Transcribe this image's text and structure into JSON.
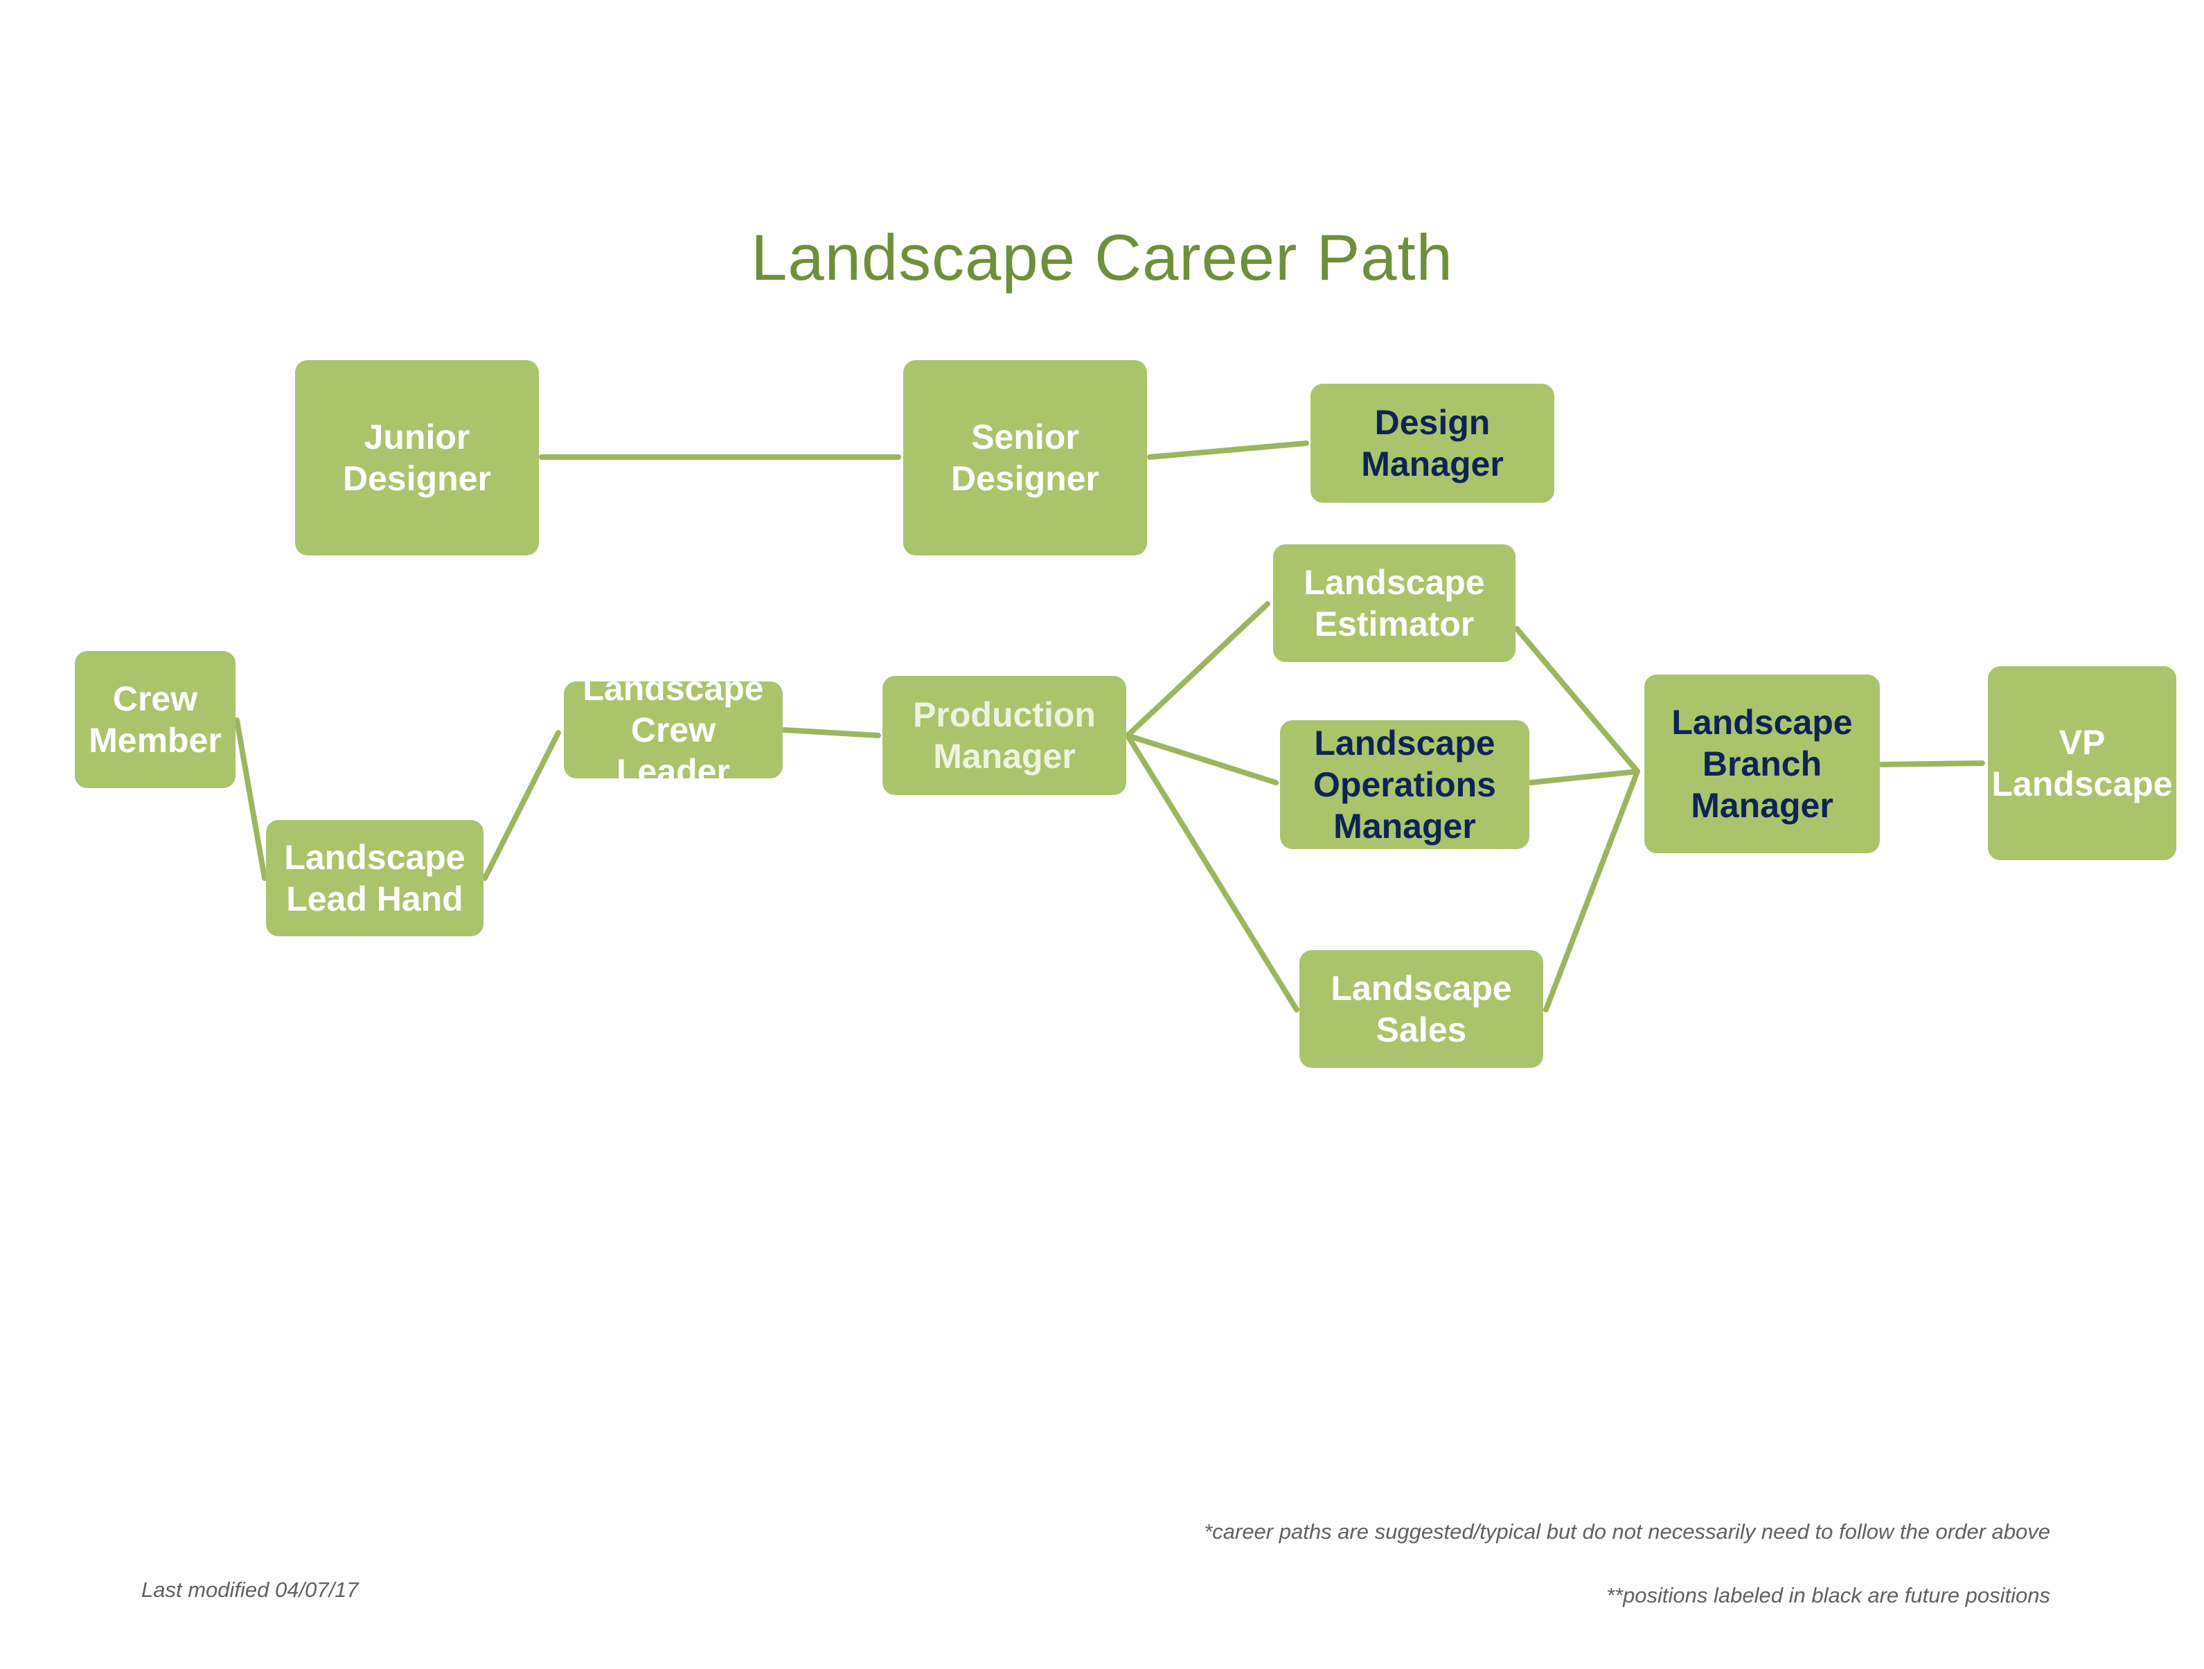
{
  "title": "Landscape Career Path",
  "colors": {
    "node_fill": "#aac46c",
    "connector": "#9cb660",
    "current_position_text": "#ffffff",
    "future_position_text": "#0e2356",
    "title": "#6f8f3a"
  },
  "nodes": {
    "junior_designer": {
      "lines": [
        "Junior",
        "Designer"
      ],
      "future": false
    },
    "senior_designer": {
      "lines": [
        "Senior",
        "Designer"
      ],
      "future": false
    },
    "design_manager": {
      "lines": [
        "Design",
        "Manager"
      ],
      "future": true
    },
    "crew_member": {
      "lines": [
        "Crew",
        "Member"
      ],
      "future": false
    },
    "lead_hand": {
      "lines": [
        "Landscape",
        "Lead Hand"
      ],
      "future": false
    },
    "crew_leader": {
      "lines": [
        "Landscape",
        "Crew Leader"
      ],
      "future": false
    },
    "production_manager": {
      "lines": [
        "Production",
        "Manager"
      ],
      "future": false
    },
    "estimator": {
      "lines": [
        "Landscape",
        "Estimator"
      ],
      "future": false
    },
    "operations_manager": {
      "lines": [
        "Landscape",
        "Operations",
        "Manager"
      ],
      "future": true
    },
    "sales": {
      "lines": [
        "Landscape",
        "Sales"
      ],
      "future": false
    },
    "branch_manager": {
      "lines": [
        "Landscape",
        "Branch",
        "Manager"
      ],
      "future": true
    },
    "vp_landscape": {
      "lines": [
        "VP",
        "Landscape"
      ],
      "future": false
    }
  },
  "connections": [
    [
      "junior_designer",
      "senior_designer"
    ],
    [
      "senior_designer",
      "design_manager"
    ],
    [
      "crew_member",
      "lead_hand"
    ],
    [
      "lead_hand",
      "crew_leader"
    ],
    [
      "crew_leader",
      "production_manager"
    ],
    [
      "production_manager",
      "estimator"
    ],
    [
      "production_manager",
      "operations_manager"
    ],
    [
      "production_manager",
      "sales"
    ],
    [
      "estimator",
      "branch_manager"
    ],
    [
      "operations_manager",
      "branch_manager"
    ],
    [
      "sales",
      "branch_manager"
    ],
    [
      "branch_manager",
      "vp_landscape"
    ]
  ],
  "notes": {
    "career_paths": "*career paths are suggested/typical but do not necessarily need to follow the order above",
    "future_positions": "**positions labeled in black are future positions",
    "last_modified": "Last modified 04/07/17"
  }
}
